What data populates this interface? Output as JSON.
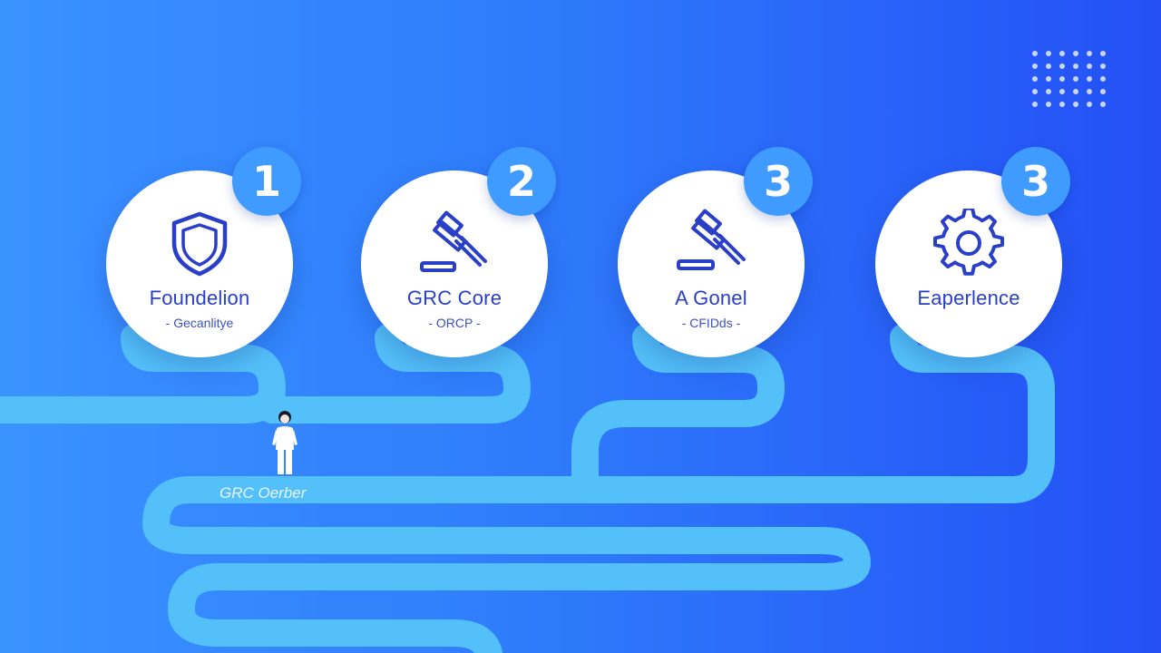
{
  "colors": {
    "background_start": "#3a92ff",
    "background_end": "#2450f6",
    "path": "#54c0f9",
    "badge": "#3f9bff",
    "text_accent": "#2a3fc8"
  },
  "stages": [
    {
      "number": "1",
      "icon": "shield-icon",
      "title": "Foundelion",
      "subtitle": "- Gecanlitye"
    },
    {
      "number": "2",
      "icon": "gavel-icon",
      "title": "GRC Core",
      "subtitle": "- ORCP -"
    },
    {
      "number": "3",
      "icon": "gavel-icon",
      "title": "A Gonel",
      "subtitle": "- CFIDds -"
    },
    {
      "number": "3",
      "icon": "gear-icon",
      "title": "Eaperlence",
      "subtitle": ""
    }
  ],
  "path_label": "GRC Oerber",
  "figure_icon": "person-figure"
}
